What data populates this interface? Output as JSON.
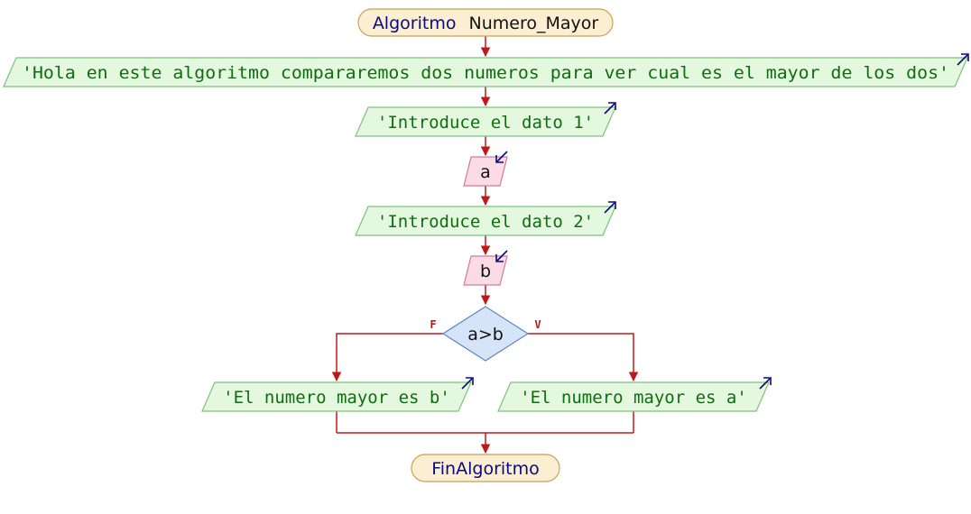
{
  "flowchart": {
    "start": {
      "keyword": "Algoritmo",
      "name": "Numero_Mayor"
    },
    "steps": [
      {
        "kind": "output",
        "text": "'Hola en este algoritmo compararemos dos numeros para ver cual es el mayor de los dos'"
      },
      {
        "kind": "output",
        "text": "'Introduce el dato 1'"
      },
      {
        "kind": "input",
        "text": "a"
      },
      {
        "kind": "output",
        "text": "'Introduce el dato 2'"
      },
      {
        "kind": "input",
        "text": "b"
      }
    ],
    "decision": {
      "condition": "a>b",
      "false_label": "F",
      "true_label": "V",
      "false_branch": {
        "kind": "output",
        "text": "'El numero mayor es b'"
      },
      "true_branch": {
        "kind": "output",
        "text": "'El numero mayor es a'"
      }
    },
    "end": {
      "text": "FinAlgoritmo"
    }
  },
  "colors": {
    "terminal_fill": "#fcefd1",
    "terminal_stroke": "#c8a058",
    "output_fill": "#e3f8df",
    "output_stroke": "#7dc27a",
    "input_fill": "#fadbe6",
    "input_stroke": "#d27a97",
    "decision_fill": "#d6e4fa",
    "decision_stroke": "#5f86c4",
    "connector": "#c01818",
    "keyword_text": "#0a0a80",
    "string_text": "#0e6e0e",
    "variable_text": "#111111",
    "io_arrow": "#0a0a80"
  },
  "icons": {
    "output": "arrow-up-right-icon",
    "input": "arrow-down-left-icon"
  }
}
